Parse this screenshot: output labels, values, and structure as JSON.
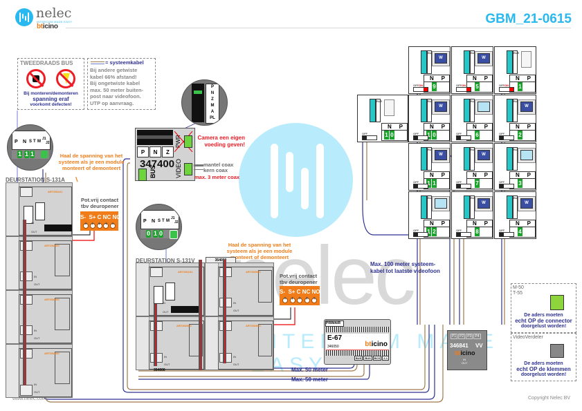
{
  "header": {
    "brand": "nelec",
    "tagline": "INTERCOM MADE EASY",
    "sub_brand_prefix": "bt",
    "sub_brand_suffix": "icino",
    "doc_id": "GBM_21-0615"
  },
  "watermark": {
    "text": "nelec",
    "tagline": "INTERCOM MADE EASY"
  },
  "notes": {
    "bus_box": {
      "title": "TWEEDRAADS BUS",
      "icons": [
        "no-plug-icon",
        "no-voltage-icon"
      ],
      "line1": "Bij monteren/demonteren",
      "line2": "spanning eraf",
      "line3": "voorkomt defecten!"
    },
    "cable_box": {
      "legend": "= systeemkabel",
      "lines": [
        "Bij andere getwiste",
        "kabel 66% afstand!",
        "Bij ongetwiste kabel",
        "max. 50 meter buiten-",
        "post naar videofoon.",
        "UTP op aanvraag."
      ]
    }
  },
  "door_station_a": {
    "title": "DEURSTATION S-131A",
    "dip_labels": [
      "P",
      "N",
      "S",
      "T",
      "M",
      "J1",
      "J2"
    ],
    "dip_values": [
      "1",
      "1",
      "1"
    ],
    "warning": [
      "Haal de spanning van het",
      "systeem als je een module",
      "monteert of demonteert"
    ],
    "relay_caption": [
      "Pot.vrij contact",
      "tbv deuropener"
    ],
    "relay_terminals": "S-  S+ C NC NO",
    "modules": [
      {
        "code": "ART351101",
        "in": "IN",
        "out": "OUT"
      },
      {
        "code": "ART352000",
        "in": "IN",
        "out": "OUT"
      },
      {
        "code": "ART352000",
        "in": "IN",
        "out": "OUT"
      },
      {
        "code": "ART352000",
        "in": "IN",
        "out": "OUT"
      }
    ]
  },
  "door_station_v": {
    "title": "DEURSTATION S-131V",
    "dip_labels": [
      "P",
      "N",
      "S",
      "T",
      "M",
      "J1",
      "J2"
    ],
    "dip_values": [
      "0",
      "1",
      "0"
    ],
    "warning": [
      "Haal de spanning van het",
      "systeem als je een module",
      "monteert of demonteert"
    ],
    "relay_caption": [
      "Pot.vrij contact",
      "tbv deuropener"
    ],
    "relay_terminals": "S-  S+ C NC NO",
    "bridge_code": "354000",
    "bridge_code_bottom": "354000",
    "modules": [
      {
        "code": "ART351101",
        "in": "IN",
        "out": "OUT"
      },
      {
        "code": "ART352000",
        "in": "IN",
        "out": "OUT"
      },
      {
        "code": "ART352000",
        "in": "IN",
        "out": "OUT"
      },
      {
        "code": "ART352000",
        "in": "IN",
        "out": "OUT"
      }
    ]
  },
  "camera": {
    "model": "347400",
    "dip_labels": [
      "P",
      "N",
      "Z"
    ],
    "zoom_labels": [
      "P",
      "N",
      "Z",
      "M",
      "A",
      "PL"
    ],
    "pwr_label": "PWR",
    "video_label": "VIDEO",
    "bus_label": "BUS",
    "note": [
      "Camera een eigen",
      "voeding geven!"
    ],
    "coax_shield": "mantel coax",
    "coax_core": "kern coax",
    "coax_max": "max. 3 meter coax"
  },
  "power_supply": {
    "label_primary": "PRIMAIR",
    "model": "E-67",
    "code": "346050",
    "brand_prefix": "bt",
    "brand_suffix": "icino",
    "terminals": [
      "BUS",
      "BUS",
      "BCS",
      "2-1"
    ]
  },
  "cable_notes": {
    "max100": [
      "Max. 100 meter systeem-",
      "kabel tot laatste videofoon"
    ],
    "max50_a": "Max. 50 meter",
    "max50_b": "Max. 50 meter"
  },
  "distributor": {
    "ports": [
      "P1",
      "P2",
      "P3",
      "P4"
    ],
    "model": "346841",
    "suffix": "VV",
    "brand_prefix": "bt",
    "brand_suffix": "icino",
    "in_label": "IN",
    "out_label": "OUT"
  },
  "apartments": [
    {
      "n": [
        "",
        "9"
      ],
      "screen": "dark",
      "switch": "ON"
    },
    {
      "n": [
        "",
        "5"
      ],
      "screen": "dark",
      "switch": "ON"
    },
    {
      "n": [
        "",
        "1"
      ],
      "screen": "handset",
      "switch": "ON"
    },
    {
      "n": [
        "1",
        "0"
      ],
      "screen": "handset",
      "switch": "OFF"
    },
    {
      "n": [
        "1",
        "0"
      ],
      "screen": "dark",
      "switch": "OFF"
    },
    {
      "n": [
        "",
        "6"
      ],
      "screen": "light",
      "switch": "OFF"
    },
    {
      "n": [
        "",
        "2"
      ],
      "screen": "dark",
      "switch": "OFF"
    },
    {
      "n": [
        "1",
        "1"
      ],
      "screen": "dark",
      "switch": "OFF"
    },
    {
      "n": [
        "",
        "7"
      ],
      "screen": "dark",
      "switch": "OFF"
    },
    {
      "n": [
        "",
        "3"
      ],
      "screen": "light",
      "switch": "OFF"
    },
    {
      "n": [
        "1",
        "2"
      ],
      "screen": "light",
      "switch": "OFF"
    },
    {
      "n": [
        "",
        "8"
      ],
      "screen": "dark",
      "switch": "OFF"
    },
    {
      "n": [
        "",
        "4"
      ],
      "screen": "dark",
      "switch": "OFF"
    }
  ],
  "apartment_labels": {
    "n": "N",
    "p": "P",
    "off": "OFF",
    "on": "ON",
    "screen_letter": "W",
    "bus": "BUS"
  },
  "side_notes": {
    "m50": {
      "title1": "M-50",
      "title2": "T-55",
      "lines": [
        "De aders moeten",
        "echt OP de connector",
        "doorgelust worden!"
      ]
    },
    "video_splitter": {
      "title": "VideoVerdeler",
      "lines": [
        "De aders moeten",
        "echt OP de klemmen",
        "doorgelust worden!"
      ]
    }
  },
  "footer": {
    "website": "www.nelec.com",
    "copyright": "Copyright Nelec BV"
  },
  "colors": {
    "accent": "#29b8ef",
    "bticino_orange": "#f07d1a",
    "warning_red": "#ee1c25",
    "bus_blue": "#2e3192",
    "cable_brown": "#a0784a",
    "terminal_cyan": "#27c7c7",
    "dip_green": "#1aa32a"
  }
}
